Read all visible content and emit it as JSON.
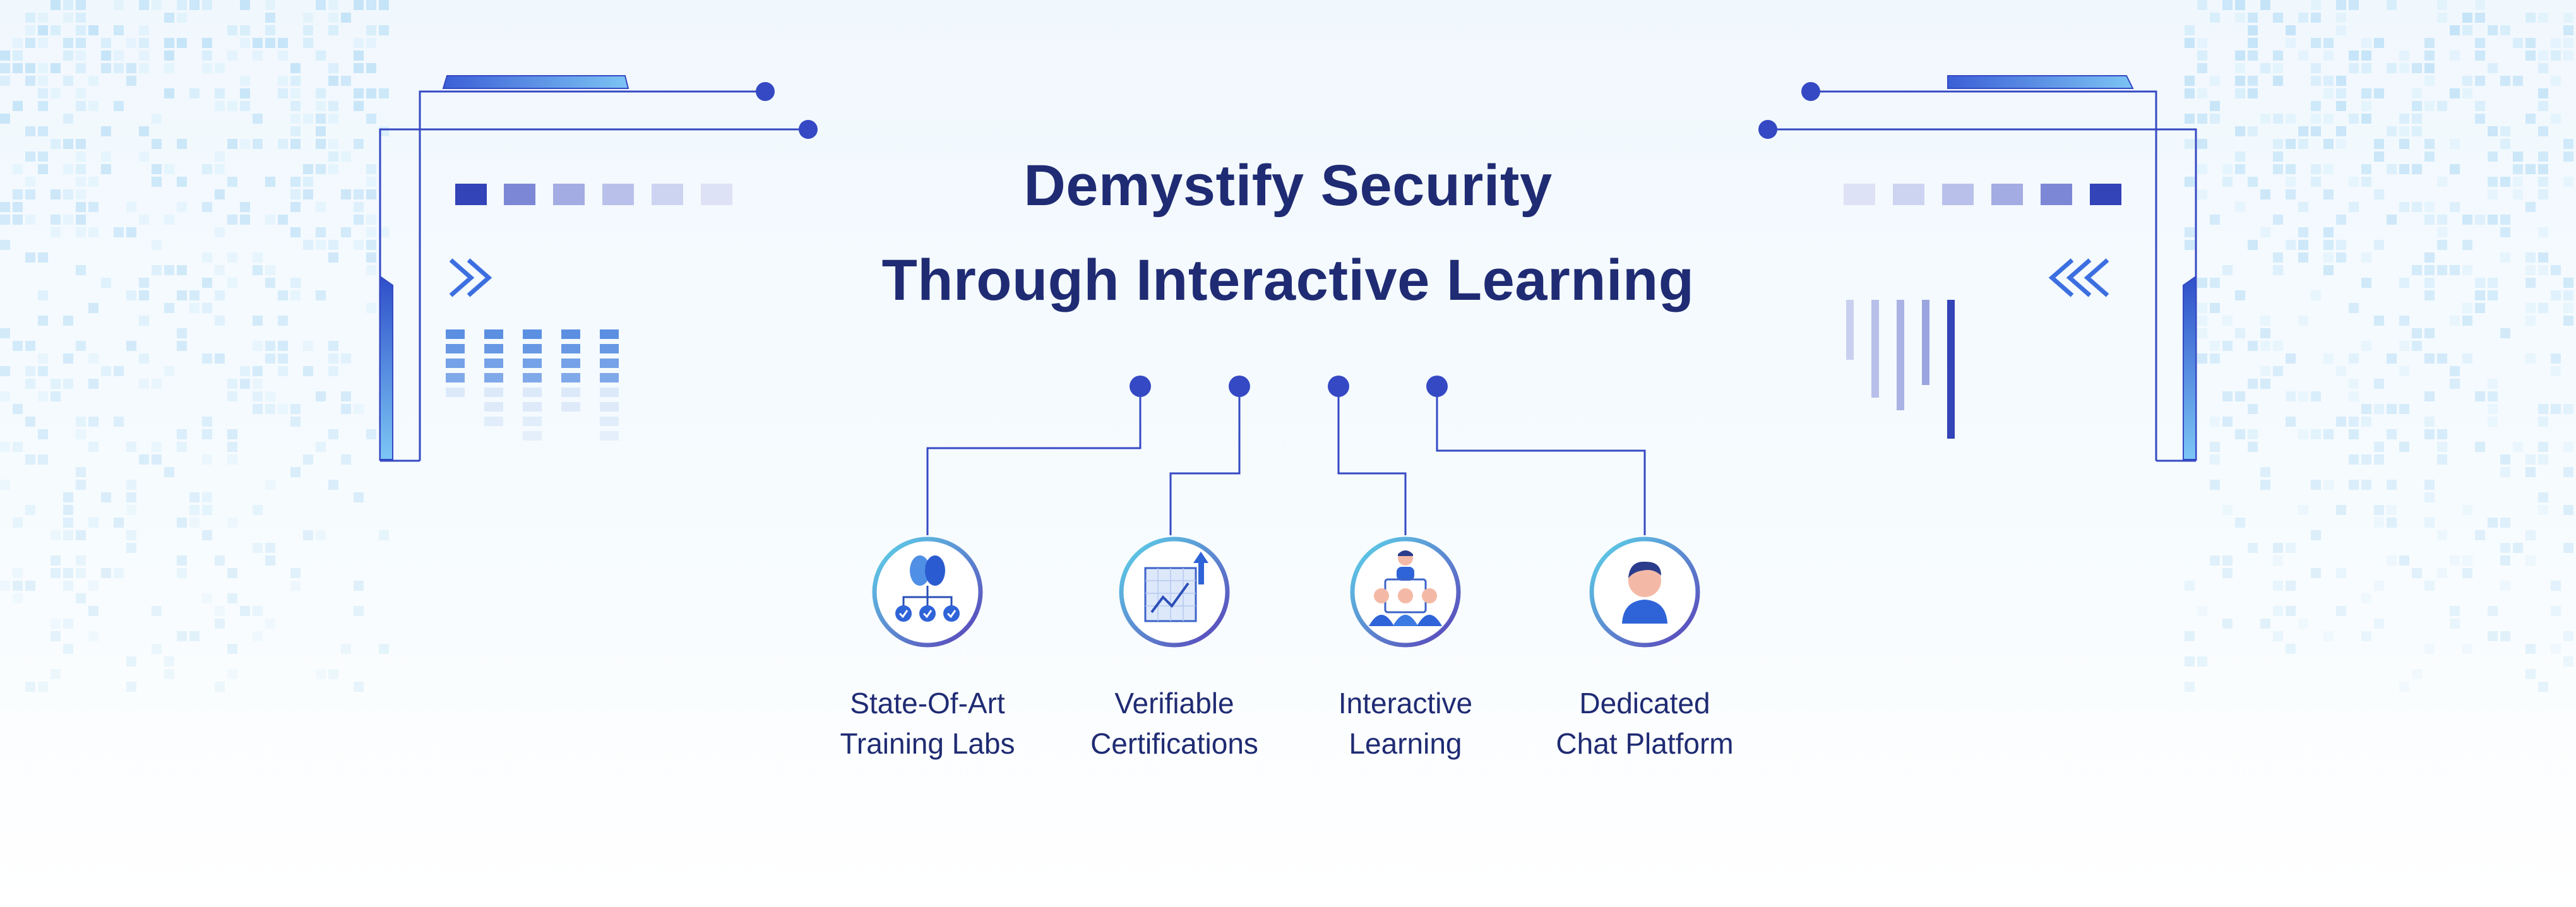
{
  "headline": {
    "line1": "Demystify Security",
    "line2": "Through Interactive Learning"
  },
  "features": [
    {
      "line1": "State-Of-Art",
      "line2": "Training Labs",
      "icon": "brain-network-icon"
    },
    {
      "line1": "Verifiable",
      "line2": "Certifications",
      "icon": "certificate-chart-icon"
    },
    {
      "line1": "Interactive",
      "line2": "Learning",
      "icon": "group-learning-icon"
    },
    {
      "line1": "Dedicated",
      "line2": "Chat Platform",
      "icon": "chat-user-icon"
    }
  ],
  "colors": {
    "navy": "#1f2b73",
    "accent": "#3549c4",
    "light_blue": "#5ab4f0",
    "cyan": "#5dd6ea",
    "purple": "#5a3fb8"
  }
}
